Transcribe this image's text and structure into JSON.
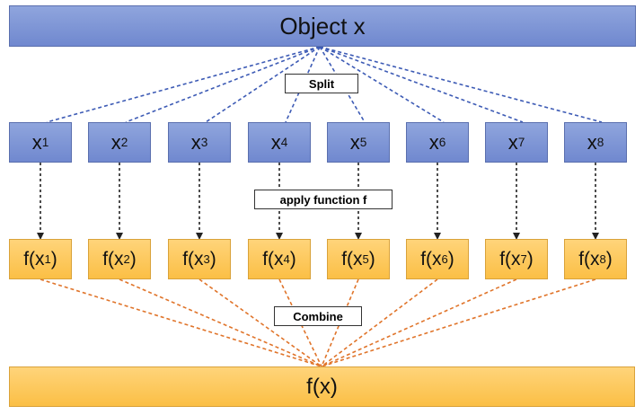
{
  "object_label": "Object x",
  "result_label": "f(x)",
  "split_label": "Split",
  "apply_label": "apply function f",
  "combine_label": "Combine",
  "parts": [
    {
      "base": "x",
      "sub": "1"
    },
    {
      "base": "x",
      "sub": "2"
    },
    {
      "base": "x",
      "sub": "3"
    },
    {
      "base": "x",
      "sub": "4"
    },
    {
      "base": "x",
      "sub": "5"
    },
    {
      "base": "x",
      "sub": "6"
    },
    {
      "base": "x",
      "sub": "7"
    },
    {
      "base": "x",
      "sub": "8"
    }
  ],
  "results": [
    {
      "pre": "f(x",
      "sub": "1",
      "post": ")"
    },
    {
      "pre": "f(x",
      "sub": "2",
      "post": ")"
    },
    {
      "pre": "f(x",
      "sub": "3",
      "post": ")"
    },
    {
      "pre": "f(x",
      "sub": "4",
      "post": ")"
    },
    {
      "pre": "f(x",
      "sub": "5",
      "post": ")"
    },
    {
      "pre": "f(x",
      "sub": "6",
      "post": ")"
    },
    {
      "pre": "f(x",
      "sub": "7",
      "post": ")"
    },
    {
      "pre": "f(x",
      "sub": "8",
      "post": ")"
    }
  ],
  "colors": {
    "split_lines": "#3d5bb5",
    "apply_arrows": "#222222",
    "combine_lines": "#e0742a"
  }
}
